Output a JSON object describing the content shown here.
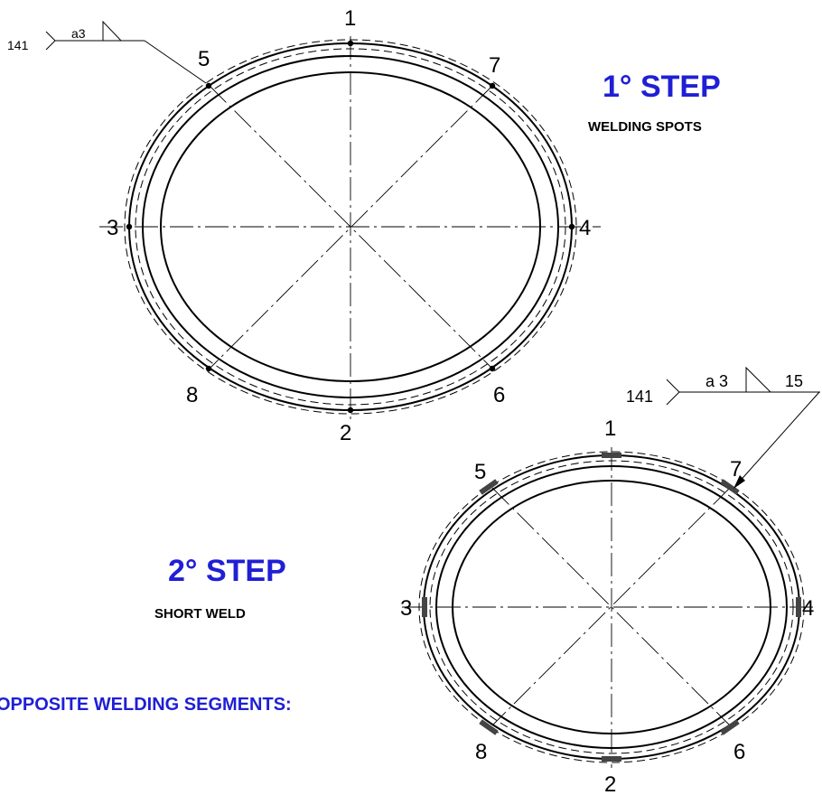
{
  "step1": {
    "title": "1° STEP",
    "subtitle": "WELDING SPOTS",
    "weld_symbol": {
      "process": "141",
      "size": "a3"
    },
    "point_labels": [
      "1",
      "2",
      "3",
      "4",
      "5",
      "6",
      "7",
      "8"
    ]
  },
  "step2": {
    "title": "2° STEP",
    "subtitle": "SHORT WELD",
    "weld_symbol": {
      "process": "141",
      "size": "a 3",
      "length": "15"
    },
    "point_labels": [
      "1",
      "2",
      "3",
      "4",
      "5",
      "6",
      "7",
      "8"
    ]
  },
  "section_heading": "OPPOSITE WELDING SEGMENTS:",
  "colors": {
    "accent": "#1f1fd6",
    "line": "#000000"
  }
}
